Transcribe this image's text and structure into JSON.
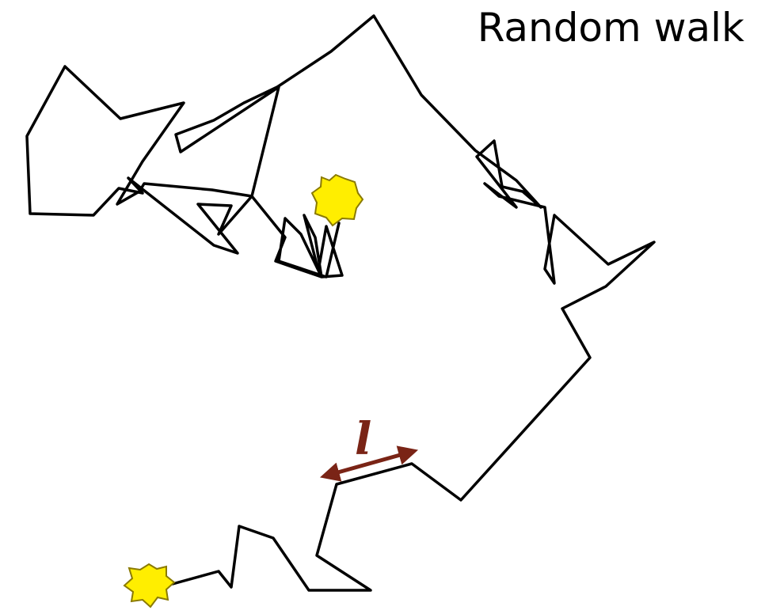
{
  "title": "Random walk",
  "step_length_label": "l",
  "colors": {
    "path": "#000000",
    "marker_fill": "#ffee00",
    "marker_stroke": "#8a7a00",
    "step_arrow": "#7a2416",
    "background": "#ffffff"
  },
  "markers": [
    "start-marker",
    "end-marker"
  ]
}
